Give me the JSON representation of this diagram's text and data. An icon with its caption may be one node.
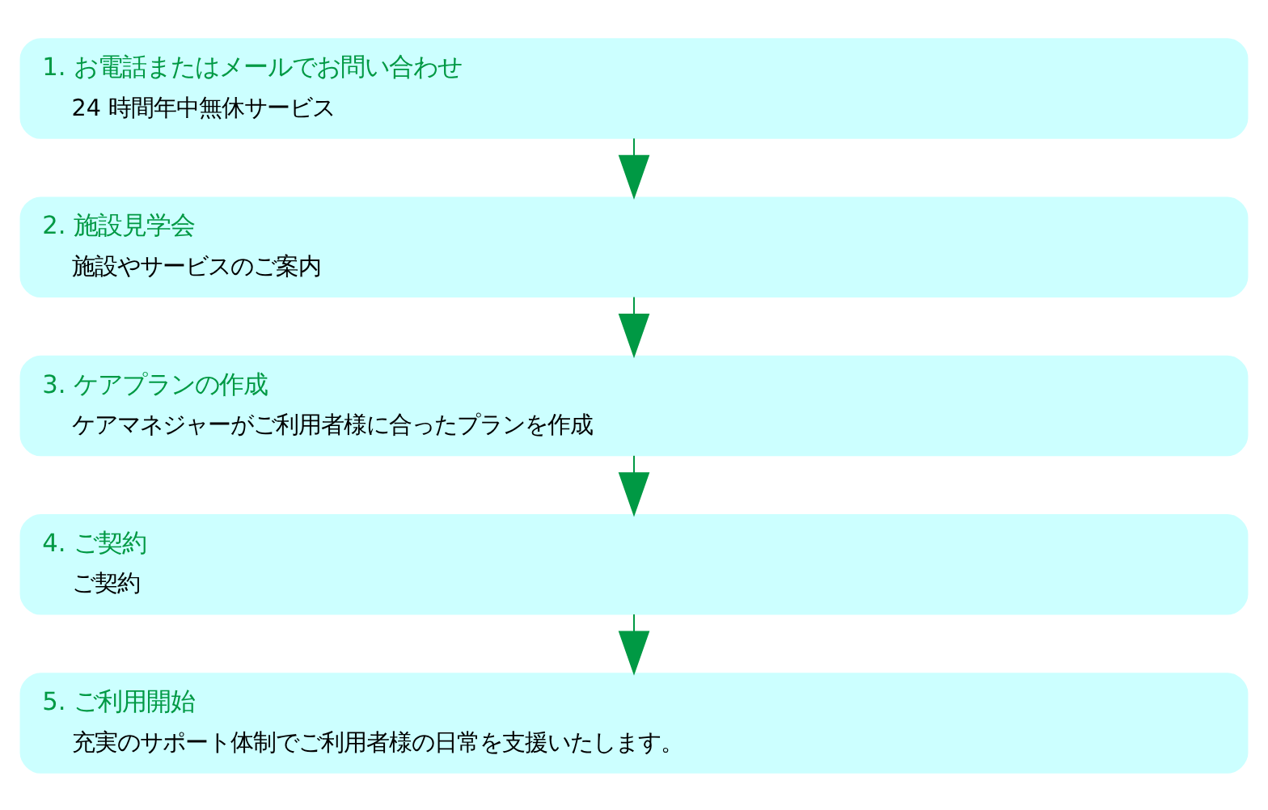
{
  "diagram": {
    "nodes": [
      {
        "text": [
          "1. お電話またはメールでお問い合わせ",
          "24 時間年中無休サービス"
        ]
      },
      {
        "text": [
          "2. 施設見学会",
          "施設やサービスのご案内"
        ]
      },
      {
        "text": [
          "3. ケアプランの作成",
          "ケアマネジャーがご利用者様に合ったプランを作成"
        ]
      },
      {
        "text": [
          "4. ご契約",
          "ご契約"
        ]
      },
      {
        "text": [
          "5. ご利用開始",
          "充実のサポート体制でご利用者様の日常を支援いたします。"
        ]
      }
    ],
    "edges": [
      {
        "from": 0,
        "to": 1,
        "arrow": "to"
      },
      {
        "from": 1,
        "to": 2,
        "arrow": "to"
      },
      {
        "from": 2,
        "to": 3,
        "arrow": "to"
      },
      {
        "from": 3,
        "to": 4,
        "arrow": "to"
      }
    ]
  }
}
